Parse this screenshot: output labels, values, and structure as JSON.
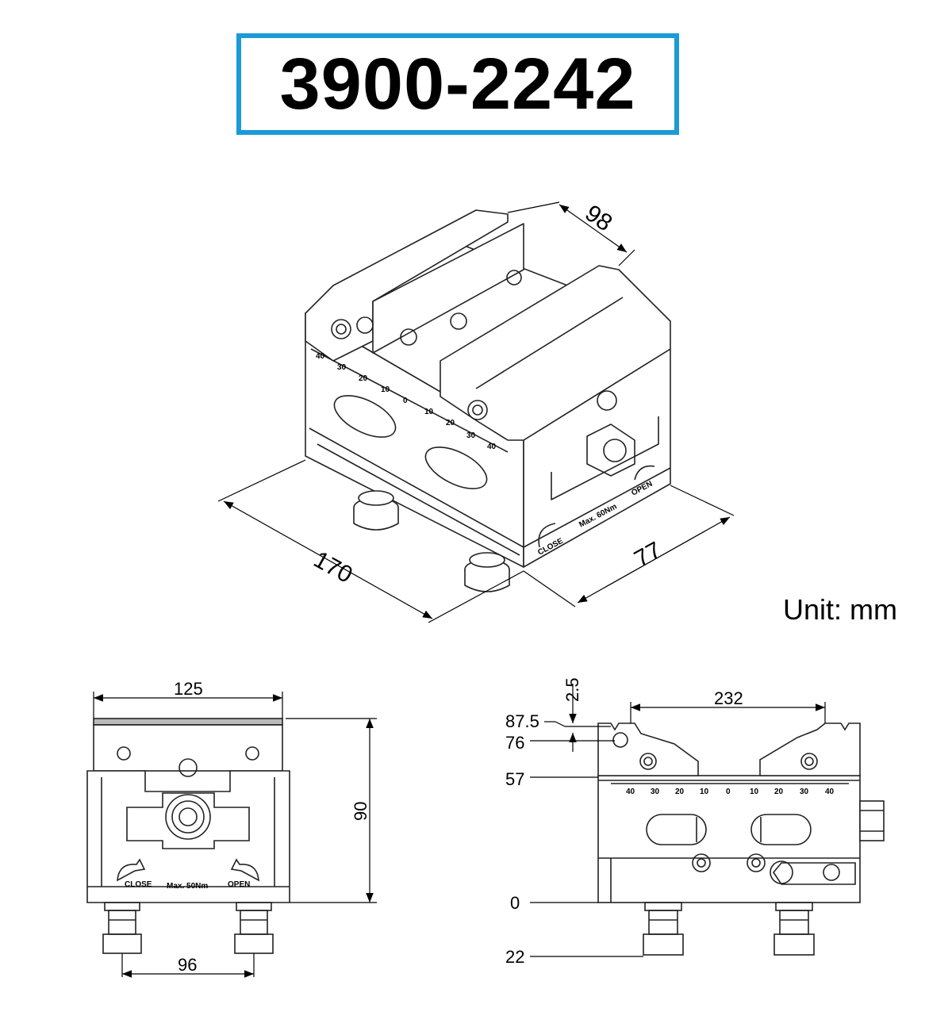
{
  "title": "3900-2242",
  "unit": "Unit: mm",
  "iso_view": {
    "dim_length": "170",
    "dim_width": "77",
    "dim_jaw": "98",
    "scale_ticks_front": [
      "40",
      "30",
      "20",
      "10",
      "0",
      "10",
      "20",
      "30",
      "40"
    ],
    "label_close": "CLOSE",
    "label_open": "OPEN",
    "label_torque": "Max. 60Nm"
  },
  "front_view": {
    "dim_width": "125",
    "dim_height": "90",
    "dim_pin_spacing": "96",
    "label_close": "CLOSE",
    "label_open": "OPEN",
    "label_torque": "Max. 50Nm"
  },
  "side_view": {
    "dim_span": "232",
    "dim_step": "2.5",
    "levels": [
      "87.5",
      "76",
      "57",
      "0",
      "22"
    ],
    "scale_ticks": [
      "40",
      "30",
      "20",
      "10",
      "0",
      "10",
      "20",
      "30",
      "40"
    ]
  },
  "colors": {
    "accent": "#1a9ad6",
    "line": "#222222"
  }
}
